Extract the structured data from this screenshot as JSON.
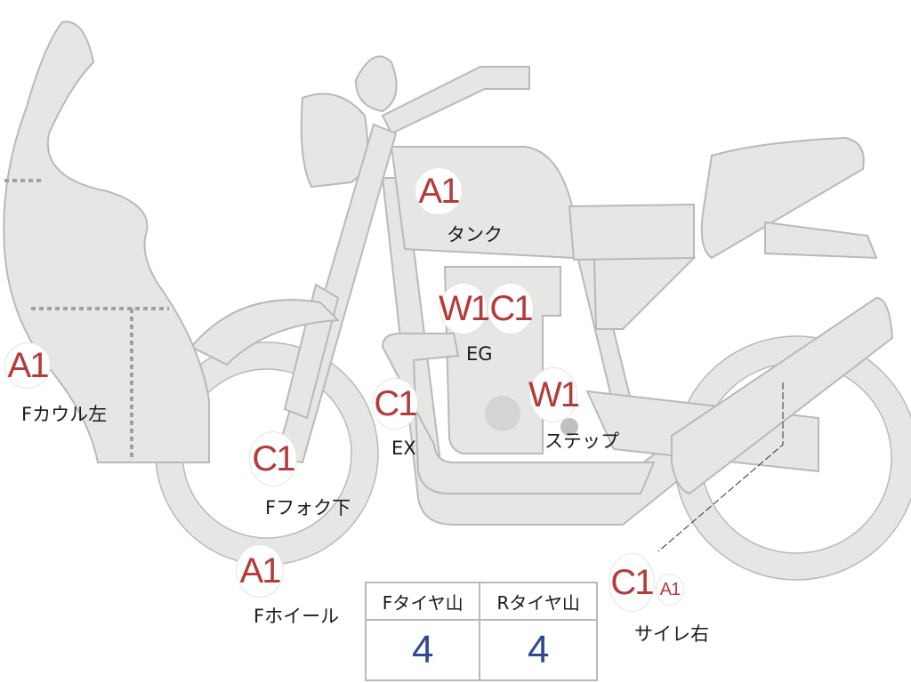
{
  "markers": [
    {
      "code": "A1",
      "label": "Fカウル左"
    },
    {
      "code": "A1",
      "label": "タンク"
    },
    {
      "code": "W1"
    },
    {
      "code": "C1",
      "label": "EG"
    },
    {
      "code": "C1",
      "label": "EX"
    },
    {
      "code": "W1",
      "label": "ステップ"
    },
    {
      "code": "C1",
      "label": "Fフォク下"
    },
    {
      "code": "A1",
      "label": "Fホイール"
    },
    {
      "code": "C1"
    },
    {
      "code": "A1",
      "label": "サイレ右"
    }
  ],
  "tire_table": {
    "headers": [
      "Fタイヤ山",
      "Rタイヤ山"
    ],
    "values": [
      "4",
      "4"
    ]
  },
  "colors": {
    "marker_text": "#b53a3a",
    "value_text": "#2f4a93",
    "part_fill": "#e6e6e4"
  }
}
